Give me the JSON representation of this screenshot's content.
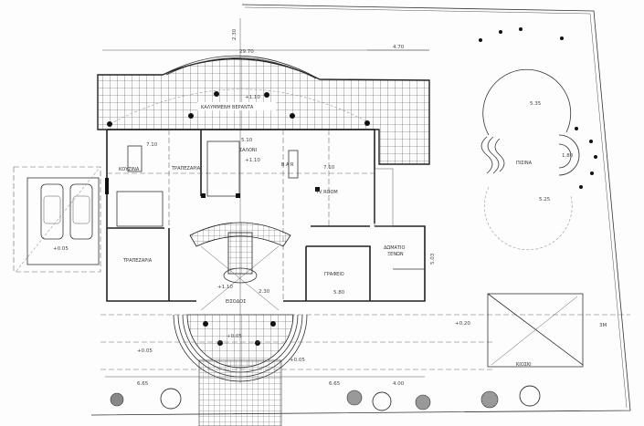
{
  "rooms": {
    "veranda": "ΚΑΛΥΜΜΕΝΗ ΒΕΡΑΝΤΑ",
    "kitchen": "ΚΟΥΖΙΝΑ",
    "dining": "ΤΡΑΠΕΖΑΡΙΑ",
    "living": "ΣΑΛΟΝΙ",
    "bar": "B A R",
    "tv_room": "TV ROOM",
    "office": "ΓΡΑΦΕΙΟ",
    "guest_room_line1": "ΔΩΜΑΤΙΟ",
    "guest_room_line2": "ΞΕΝΩΝ",
    "second_dining": "ΤΡΑΠΕΖΑΡΙΑ",
    "entrance": "ΕΙΣΟΔΟΣ",
    "pool": "ΠΙΣΙΝΑ",
    "kiosk": "ΚΙΟΣΚΙ"
  },
  "dimensions": {
    "overall_width": "29.70",
    "right_width": "4.70",
    "top_offset": "2.30",
    "kitchen_width": "7.10",
    "living_width": "5.10",
    "tv_width": "7.10",
    "stair_gap": "2.30",
    "office_width": "5.80",
    "guest_height": "5.03",
    "pool_radius_1": "5.35",
    "pool_radius_2": "5.25",
    "pool_step_radius": "1.80",
    "setback": "3M",
    "level_veranda": "+1.10",
    "level_living": "+1.10",
    "level_entry": "+1.10",
    "level_garage": "+0.05",
    "level_yard_left": "+0.05",
    "level_yard_mid": "+0.05",
    "level_porch": "+0.05",
    "level_right": "+0.20",
    "total_left": "6.65",
    "total_right": "6.65",
    "total_far": "4.00"
  }
}
